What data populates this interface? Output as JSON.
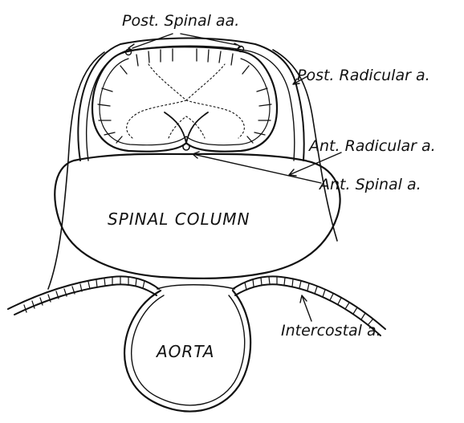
{
  "labels": {
    "post_spinal": "Post. Spinal aa.",
    "post_radicular": "Post. Radicular a.",
    "ant_radicular": "Ant. Radicular a.",
    "ant_spinal": "Ant. Spinal a.",
    "spinal_column": "SPINAL COLUMN",
    "aorta": "AORTA",
    "intercostal": "Intercostal a."
  },
  "colors": {
    "ink": "#111111",
    "background": "#ffffff"
  }
}
